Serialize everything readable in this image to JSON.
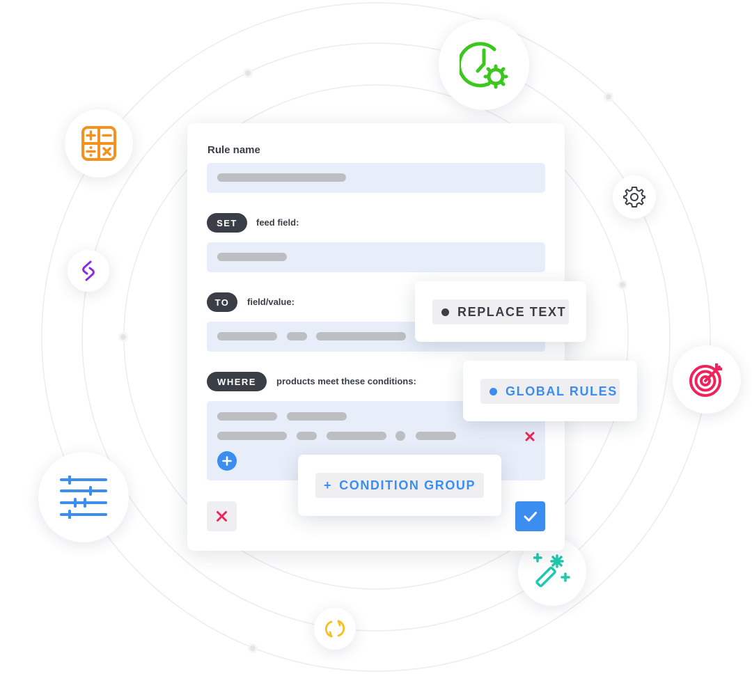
{
  "rule_form": {
    "rule_name_label": "Rule name",
    "set_badge": "SET",
    "set_text": "feed field:",
    "to_badge": "TO",
    "to_text": "field/value:",
    "where_badge": "WHERE",
    "where_text": "products meet these conditions:"
  },
  "popovers": {
    "replace_text": "REPLACE TEXT",
    "global_rules": "GLOBAL RULES",
    "condition_group": "CONDITION GROUP",
    "condition_group_prefix": "+"
  },
  "colors": {
    "dark": "#3a3f47",
    "field_bg": "#e8eef9",
    "blue": "#3b8ef0",
    "red": "#f0245c",
    "green": "#3cc71e",
    "orange": "#f5921e",
    "purple": "#8a2be2",
    "teal": "#1ec9b0",
    "yellow": "#f6c024",
    "icon_blue": "#3b8ef0"
  },
  "icons": [
    "clock-gear-icon",
    "calculator-icon",
    "gear-icon",
    "link-icon",
    "target-icon",
    "sliders-icon",
    "magic-wand-icon",
    "sync-icon",
    "close-icon",
    "check-icon",
    "plus-icon"
  ]
}
